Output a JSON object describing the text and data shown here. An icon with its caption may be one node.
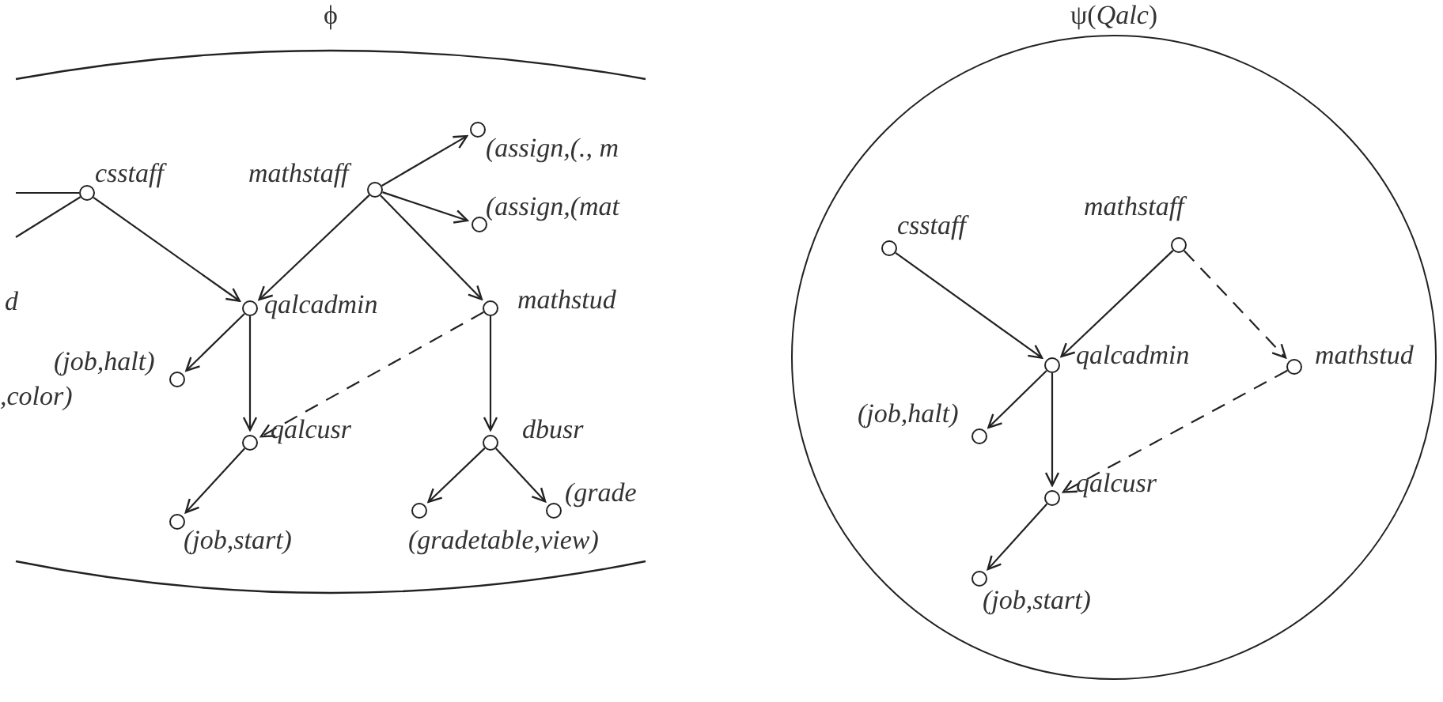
{
  "diagram": {
    "nodes": [
      {
        "text": [
          "ϕ"
        ]
      },
      {
        "text": [
          "csstaff"
        ],
        "in": 0
      },
      {
        "text": [
          "mathstaff"
        ],
        "in": 0
      },
      {
        "text": [
          "(assign,(., m"
        ],
        "in": 0
      },
      {
        "text": [
          "(assign,(mat"
        ],
        "in": 0
      },
      {
        "text": [
          "qalcadmin"
        ],
        "in": 0
      },
      {
        "text": [
          "mathstud"
        ],
        "in": 0
      },
      {
        "text": [
          "(job,halt)"
        ],
        "in": 0
      },
      {
        "text": [
          "qalcusr"
        ],
        "in": 0
      },
      {
        "text": [
          "dbusr"
        ],
        "in": 0
      },
      {
        "text": [
          "(job,start)"
        ],
        "in": 0
      },
      {
        "text": [
          "(gradetable,view)"
        ],
        "in": 0
      },
      {
        "text": [
          "(grade"
        ],
        "in": 0
      },
      {
        "text": [
          "ψ(*Qalc*)"
        ]
      },
      {
        "text": [
          "csstaff"
        ],
        "in": 13
      },
      {
        "text": [
          "mathstaff"
        ],
        "in": 13
      },
      {
        "text": [
          "qalcadmin"
        ],
        "in": 13
      },
      {
        "text": [
          "mathstud"
        ],
        "in": 13
      },
      {
        "text": [
          "(job,halt)"
        ],
        "in": 13
      },
      {
        "text": [
          "qalcusr"
        ],
        "in": 13
      },
      {
        "text": [
          "(job,start)"
        ],
        "in": 13
      }
    ],
    "edges": [
      {
        "from": null,
        "to": 1,
        "arrow": "none"
      },
      {
        "from": null,
        "to": 1,
        "arrow": "none"
      },
      {
        "from": 1,
        "to": 5,
        "arrow": "to"
      },
      {
        "from": 2,
        "to": 5,
        "arrow": "to"
      },
      {
        "from": 2,
        "to": 3,
        "arrow": "to"
      },
      {
        "from": 2,
        "to": 4,
        "arrow": "to"
      },
      {
        "from": 2,
        "to": 6,
        "arrow": "to"
      },
      {
        "from": 5,
        "to": 7,
        "arrow": "to"
      },
      {
        "from": 5,
        "to": 8,
        "arrow": "to"
      },
      {
        "from": 6,
        "to": 8,
        "arrow": "to",
        "style": "dashed"
      },
      {
        "from": 6,
        "to": 9,
        "arrow": "to"
      },
      {
        "from": 8,
        "to": 10,
        "arrow": "to"
      },
      {
        "from": 9,
        "to": 11,
        "arrow": "to"
      },
      {
        "from": 9,
        "to": 12,
        "arrow": "to"
      },
      {
        "from": 14,
        "to": 16,
        "arrow": "to"
      },
      {
        "from": 15,
        "to": 16,
        "arrow": "to"
      },
      {
        "from": 15,
        "to": 17,
        "arrow": "to",
        "style": "dashed"
      },
      {
        "from": 16,
        "to": 18,
        "arrow": "to"
      },
      {
        "from": 16,
        "to": 19,
        "arrow": "to"
      },
      {
        "from": 17,
        "to": 19,
        "arrow": "to",
        "style": "dashed"
      },
      {
        "from": 19,
        "to": 20,
        "arrow": "to"
      }
    ],
    "labels": [
      "d",
      ",color)"
    ]
  }
}
